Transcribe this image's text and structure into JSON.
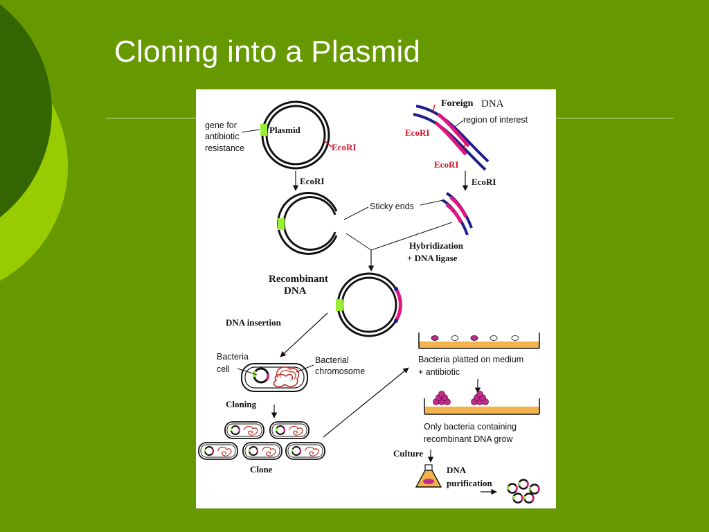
{
  "slide": {
    "title": "Cloning into a Plasmid",
    "colors": {
      "background": "#669900",
      "dark_arc": "#336600",
      "light_arc": "#99cc00",
      "rule": "#cfe3a6"
    }
  },
  "diagram": {
    "labels": {
      "plasmid": "Plasmid",
      "gene_line1": "gene for",
      "gene_line2": "antibiotic",
      "gene_line3": "resistance",
      "ecori_plasmid_site": "EcoRI",
      "ecori_arrow_left": "EcoRI",
      "foreign": "Foreign",
      "dna": "DNA",
      "region_of_interest": "region of interest",
      "ecori_top": "EcoRI",
      "ecori_bottom": "EcoRI",
      "ecori_arrow_right": "EcoRI",
      "sticky_ends": "Sticky ends",
      "hybridization": "Hybridization",
      "dna_ligase": "+ DNA ligase",
      "recombinant": "Recombinant",
      "recombinant_dna": "DNA",
      "dna_insertion": "DNA insertion",
      "bacteria": "Bacteria",
      "cell": "cell",
      "bacterial": "Bacterial",
      "chromosome": "chromosome",
      "cloning": "Cloning",
      "clone": "Clone",
      "plated_line1": "Bacteria platted on medium",
      "plated_line2": "+ antibiotic",
      "only_line1": "Only bacteria containing",
      "only_line2": "recombinant DNA grow",
      "culture": "Culture",
      "purification_line1": "DNA",
      "purification_line2": "purification"
    },
    "colors": {
      "strand_dark": "#1a1a1a",
      "foreign_strand": "#1e1e8a",
      "insert": "#e0157f",
      "resistance_gene": "#99ee33",
      "chromosome": "#c0302a",
      "medium": "#f2b24c",
      "colony": "#c02c8c",
      "ecori_red": "#d0142c"
    },
    "icons": [
      "plasmid-circle",
      "foreign-dna-strand",
      "bacterium-cell",
      "petri-dish",
      "culture-flask",
      "purified-plasmid"
    ]
  }
}
